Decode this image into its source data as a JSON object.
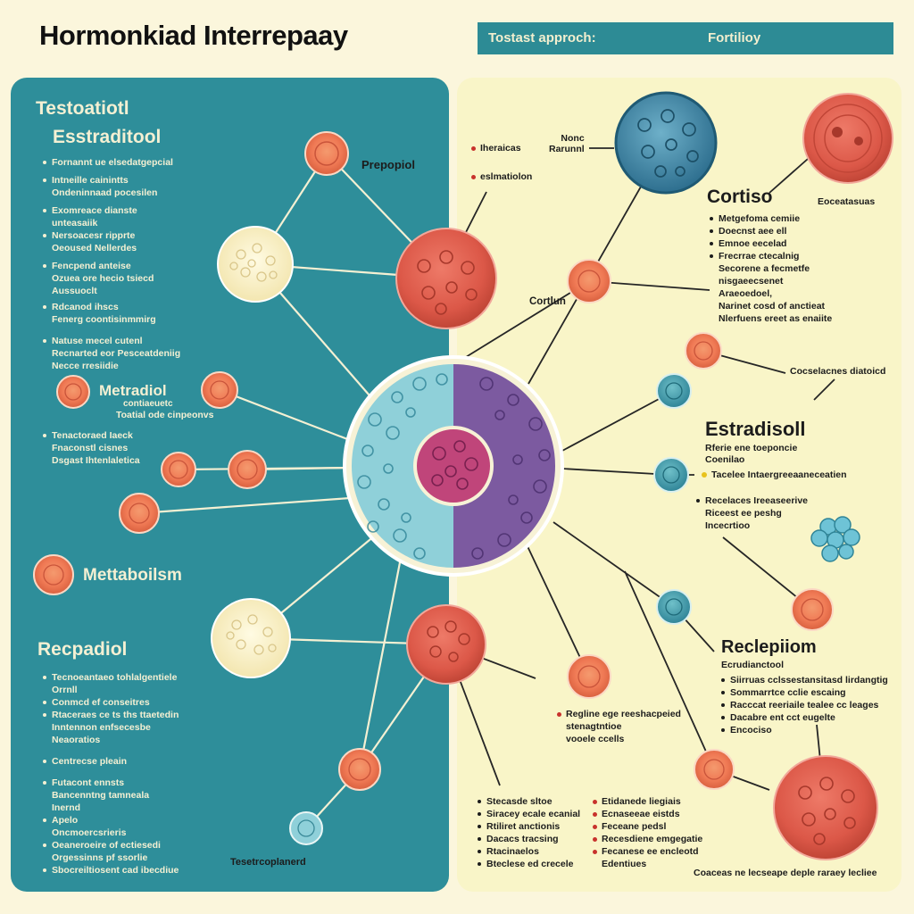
{
  "header": {
    "title": "Hormonkiad Interrepaay",
    "bar_left": "Tostast approch:",
    "bar_right": "Fortilioy"
  },
  "left_panel": {
    "heading_1": "Testoatiotl",
    "heading_2": "Esstraditool",
    "list_1": [
      "Fornannt ue elsedatgepcial",
      "Intneille cainintts",
      "Ondeninnaad pocesilen",
      "Exomreace dianste",
      "unteasaiik",
      "Nersoacesr ripprte",
      "Oeoused Nellerdes",
      "Fencpend anteise",
      "Ozuea ore hecio tsiecd",
      "Aussuoclt",
      "Rdcanod ihscs",
      "Fenerg coontisinmmirg",
      "Natuse mecel cutenl",
      "Recnarted eor Pesceatdeniig",
      "Necce rresiidie"
    ],
    "label_prepopiol": "Prepopiol",
    "metradiol": {
      "title": "Metradiol",
      "line_1": "contiaeuetc",
      "line_2": "Toatial ode cinpeonvs"
    },
    "list_2": [
      "Tenactoraed Iaeck",
      "Fnaconstl cisnes",
      "Dsgast Ihtenlaletica"
    ],
    "metabolism": "Mettaboilsm",
    "recpadiol": "Recpadiol",
    "list_3": [
      "Tecnoeantaeo tohlalgentiele",
      "Orrnll",
      "Conmcd ef conseitres",
      "Rtaceraes ce ts ths ttaetedin",
      "Inntennon enfsecesbe",
      "Neaoratios",
      "Centrecse pleain",
      "Futacont ennsts",
      "Bancenntng tamneala",
      "Inernd",
      "Apelo",
      "Oncmoercsrieris",
      "Oeaneroeire of ectiesedi",
      "Orgessinns pf ssorlie",
      "Sbocreiltiosent cad ibecdiue"
    ],
    "footer_label": "Tesetrcoplanerd"
  },
  "right_panel": {
    "hormone_label": "Nonc\nRarunnl",
    "list_top": [
      "Iheraicas",
      "eslmatiolon"
    ],
    "cortiso": {
      "title": "Cortiso",
      "side_label": "Eoceatasuas",
      "list": [
        "Metgefoma cemiie",
        "Doecnst aee ell",
        "Emnoe eecelad",
        "Frecrrae ctecalnig",
        "Secorene a fecmetfe",
        "nisgaeecsenet",
        "Araeoedoel,",
        "Narinet cosd of anctieat",
        "Nlerfuens ereet as enaiite"
      ]
    },
    "cortlun": "Cortlun",
    "coecelaces": "Cocselacnes diatoicd",
    "estradisoll": {
      "title": "Estradisoll",
      "line_1": "Rferie ene toeponcie",
      "line_2": "Coenilao",
      "list_1": [
        "Tacelee Intaergreeaaneceatien"
      ],
      "list_2": [
        "Recelaces Ireeaseerive",
        "Riceest ee peshg",
        "Incecrtioo"
      ]
    },
    "reclepiom": {
      "title": "Reclepiiom",
      "subtitle": "Ecrudianctool",
      "list": [
        "Siirruas cclssestansitasd lirdangtig",
        "Sommarrtce cclie escaing",
        "Racccat reeriaile tealee cc leages",
        "Dacabre ent cct eugelte",
        "Encociso"
      ]
    },
    "mid_list": [
      "Regline ege reeshacpeied",
      "stenagtntioe",
      "vooele ccells"
    ],
    "bottom_list_1": [
      "Stecasde sltoe",
      "Siracey ecale ecanial",
      "Rtiliret anctionis",
      "Dacacs tracsing",
      "Rtacinaelos",
      "Bteclese ed crecele"
    ],
    "bottom_list_2": [
      "Etidanede liegiais",
      "Ecnaseeae eistds",
      "Feceane pedsl",
      "Recesdiene emgegatie",
      "Fecanese ee encleotd",
      "Edentiues"
    ],
    "footer_label": "Coaceas ne lecseape deple raraey lecliee"
  },
  "colors": {
    "teal_panel": "#2e8e9a",
    "cream_panel": "#f9f5c8",
    "cell_orange": "#f0805a",
    "cell_red": "#e0584b",
    "cell_teal": "#3a95a5",
    "cell_purple": "#7c5aa0",
    "cell_cream": "#fbf1c6",
    "bullet_red": "#c8322c",
    "bullet_yellow": "#e8c21c"
  }
}
